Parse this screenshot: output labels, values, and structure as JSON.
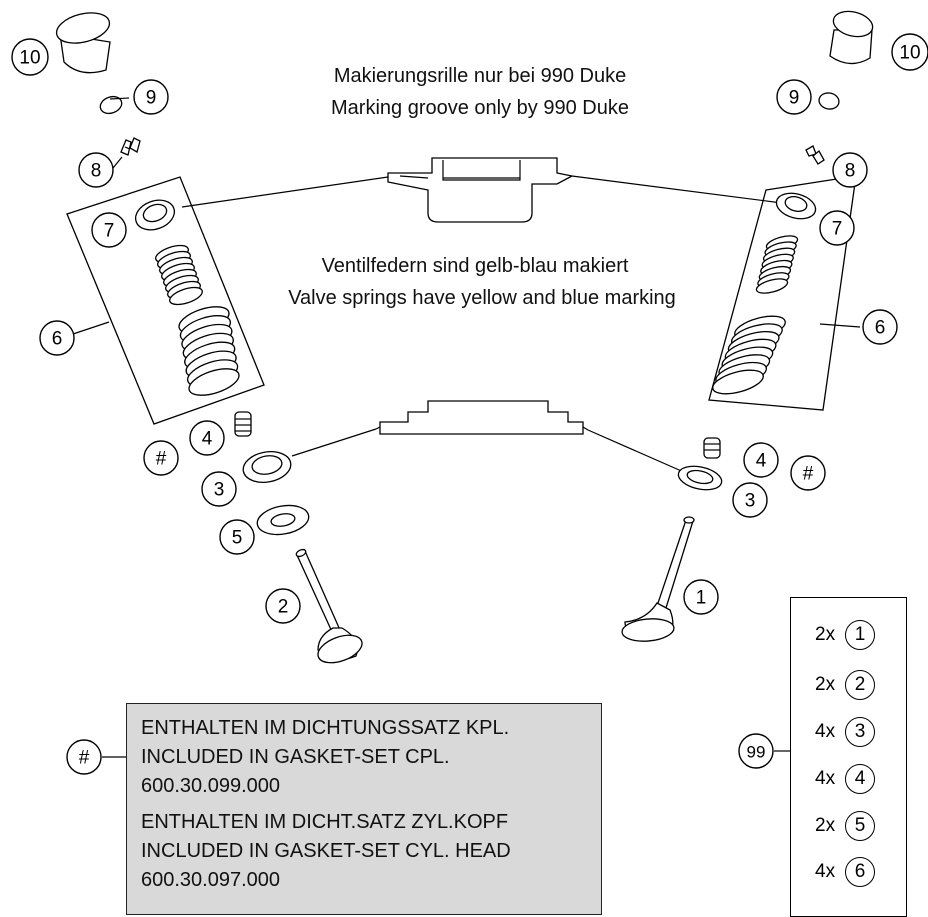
{
  "notes": {
    "groove_de": "Makierungsrille nur bei 990 Duke",
    "groove_en": "Marking groove only by 990 Duke",
    "springs_de": "Ventilfedern sind gelb-blau makiert",
    "springs_en": "Valve springs have yellow and blue marking"
  },
  "callouts": {
    "left_10": "10",
    "left_9": "9",
    "left_8": "8",
    "left_7": "7",
    "left_6": "6",
    "left_hash": "#",
    "left_4": "4",
    "left_3": "3",
    "left_5": "5",
    "left_2": "2",
    "right_10": "10",
    "right_9": "9",
    "right_8": "8",
    "right_7": "7",
    "right_6": "6",
    "right_4": "4",
    "right_hash": "#",
    "right_3": "3",
    "right_1": "1",
    "legend_hash": "#",
    "legend_99": "99"
  },
  "gasket_box": {
    "line1": "ENTHALTEN IM DICHTUNGSSATZ KPL.",
    "line2": "INCLUDED IN GASKET-SET CPL.",
    "line3": "600.30.099.000",
    "line4": "ENTHALTEN IM DICHT.SATZ ZYL.KOPF",
    "line5": "INCLUDED IN GASKET-SET CYL. HEAD",
    "line6": "600.30.097.000"
  },
  "quantity_kit": {
    "rows": [
      {
        "count": "2x",
        "part": "1"
      },
      {
        "count": "2x",
        "part": "2"
      },
      {
        "count": "4x",
        "part": "3"
      },
      {
        "count": "4x",
        "part": "4"
      },
      {
        "count": "2x",
        "part": "5"
      },
      {
        "count": "4x",
        "part": "6"
      }
    ]
  }
}
